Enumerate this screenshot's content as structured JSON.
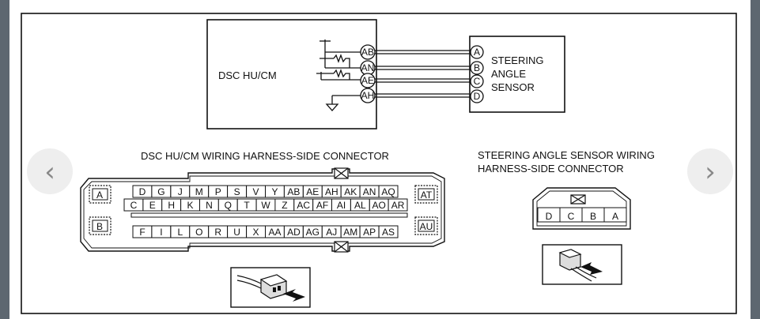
{
  "schematic": {
    "module_label": "DSC HU/CM",
    "module_pins": [
      "AB",
      "AN",
      "AE",
      "AH"
    ],
    "sensor_pins": [
      "A",
      "B",
      "C",
      "D"
    ],
    "sensor_label_lines": [
      "STEERING",
      "ANGLE",
      "SENSOR"
    ]
  },
  "dsc_connector": {
    "title": "DSC HU/CM WIRING HARNESS-SIDE CONNECTOR",
    "left_tabs": [
      "A",
      "B"
    ],
    "right_tabs": [
      "AT",
      "AU"
    ],
    "row1": [
      "D",
      "G",
      "J",
      "M",
      "P",
      "S",
      "V",
      "Y",
      "AB",
      "AE",
      "AH",
      "AK",
      "AN",
      "AQ"
    ],
    "row2": [
      "C",
      "E",
      "H",
      "K",
      "N",
      "Q",
      "T",
      "W",
      "Z",
      "AC",
      "AF",
      "AI",
      "AL",
      "AO",
      "AR"
    ],
    "row3": [
      "F",
      "I",
      "L",
      "O",
      "R",
      "U",
      "X",
      "AA",
      "AD",
      "AG",
      "AJ",
      "AM",
      "AP",
      "AS"
    ]
  },
  "sensor_connector": {
    "title_lines": [
      "STEERING ANGLE SENSOR WIRING",
      "HARNESS-SIDE CONNECTOR"
    ],
    "pins": [
      "D",
      "C",
      "B",
      "A"
    ]
  },
  "nav": {
    "prev_glyph": "‹",
    "next_glyph": "›"
  }
}
